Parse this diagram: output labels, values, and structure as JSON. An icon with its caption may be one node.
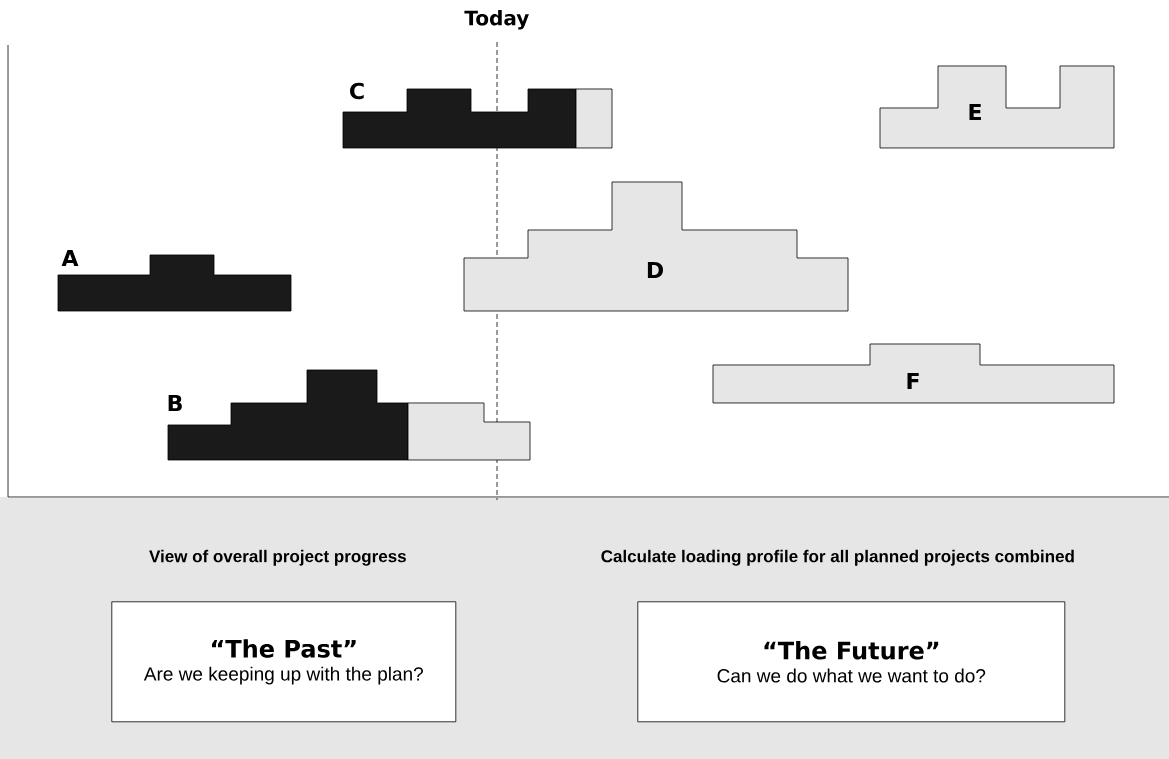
{
  "diagram": {
    "nodes": [
      {
        "text": [
          "C"
        ]
      },
      {
        "text": [
          "E"
        ]
      },
      {
        "text": [
          "A"
        ]
      },
      {
        "text": [
          "D"
        ]
      },
      {
        "text": [
          "F"
        ]
      },
      {
        "text": [
          "B"
        ]
      },
      {
        "text": [],
        "shape": "box"
      },
      {
        "text": [
          "View of overall project progress",
          "“The Past”",
          "Are we keeping up with the plan?"
        ],
        "in": 6
      },
      {
        "text": [
          "Calculate loading profile for all planned projects combined",
          "“The Future”",
          "Can we do what we want to do?"
        ],
        "in": 6
      }
    ],
    "edges": [],
    "labels": [
      "Today"
    ]
  }
}
